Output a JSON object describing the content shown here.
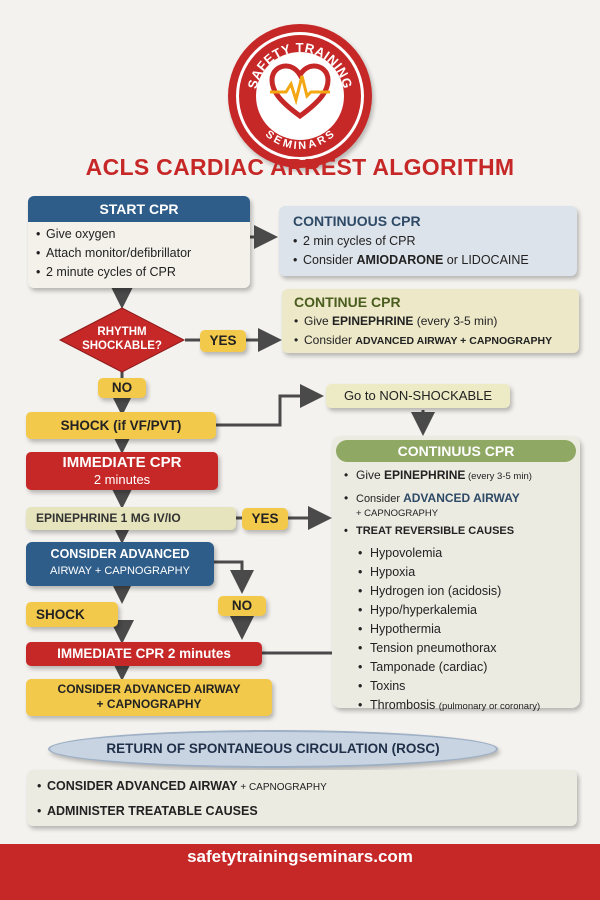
{
  "logo": {
    "top_text": "SAFETY TRAINING",
    "bottom_text": "SEMINARS"
  },
  "title": "ACLS CARDIAC ARREST ALGORITHM",
  "start_cpr": {
    "header": "START CPR",
    "items": [
      "Give oxygen",
      "Attach monitor/defibrillator",
      "2 minute cycles of CPR"
    ]
  },
  "continuous_cpr": {
    "header": "CONTINUOUS CPR",
    "item1": "2 min cycles of CPR",
    "item2_pre": "Consider ",
    "item2_bold": "AMIODARONE",
    "item2_post": " or LIDOCAINE"
  },
  "continue_cpr": {
    "header": "CONTINUE CPR",
    "item1_pre": "Give ",
    "item1_bold": "EPINEPHRINE",
    "item1_post": " (every 3-5 min)",
    "item2_pre": "Consider ",
    "item2_bold": "ADVANCED AIRWAY + CAPNOGRAPHY"
  },
  "rhythm": {
    "line1": "RHYTHM",
    "line2": "SHOCKABLE?"
  },
  "yes1": "YES",
  "no1": "NO",
  "go_non_shockable": "Go to NON-SHOCKABLE",
  "shock1": "SHOCK (if VF/PVT)",
  "immediate_cpr1": {
    "line1": "IMMEDIATE CPR",
    "line2": "2 minutes"
  },
  "epinephrine": "EPINEPHRINE 1 MG IV/IO",
  "yes2": "YES",
  "consider_adv1": {
    "line1": "CONSIDER ADVANCED",
    "line2": "AIRWAY + CAPNOGRAPHY"
  },
  "no2": "NO",
  "shock2": "SHOCK",
  "immediate_cpr2": "IMMEDIATE CPR 2 minutes",
  "consider_adv2": {
    "line1": "CONSIDER ADVANCED AIRWAY",
    "line2": "+ CAPNOGRAPHY"
  },
  "continuus_cpr": {
    "header": "CONTINUUS CPR",
    "epi_pre": "Give ",
    "epi_bold": "EPINEPHRINE",
    "epi_post": " (every 3-5 min)",
    "adv_pre": "Consider ",
    "adv_bold": "ADVANCED AIRWAY",
    "adv_line2": "+ CAPNOGRAPHY",
    "treat": "TREAT REVERSIBLE CAUSES",
    "causes": [
      "Hypovolemia",
      "Hypoxia",
      "Hydrogen ion (acidosis)",
      "Hypo/hyperkalemia",
      "Hypothermia",
      "Tension pneumothorax",
      "Tamponade (cardiac)",
      "Toxins"
    ],
    "thrombosis_main": "Thrombosis",
    "thrombosis_note": "(pulmonary or coronary)"
  },
  "rosc": "RETURN OF SPONTANEOUS CIRCULATION (ROSC)",
  "bottom": {
    "item1_bold": "CONSIDER ADVANCED AIRWAY",
    "item1_small": " + CAPNOGRAPHY",
    "item2": "ADMINISTER TREATABLE CAUSES"
  },
  "footer": "safetytrainingseminars.com",
  "colors": {
    "red": "#c62828",
    "blue": "#2e5d8a",
    "yellow": "#f3c94c",
    "green": "#8fa864"
  }
}
